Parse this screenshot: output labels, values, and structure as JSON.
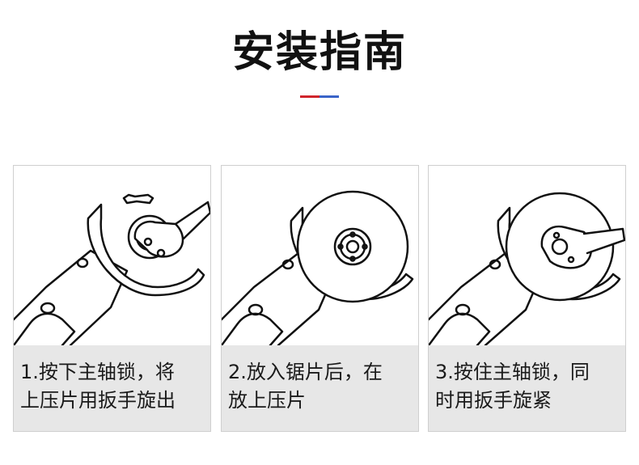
{
  "page": {
    "title": "安装指南",
    "accent_colors": {
      "red": "#d0242b",
      "blue": "#3a63c8"
    }
  },
  "steps": [
    {
      "line1": "1.按下主轴锁，将",
      "line2": "上压片用扳手旋出",
      "illustration": "grinder-wrench-remove-icon"
    },
    {
      "line1": "2.放入锯片后，在",
      "line2": "放上压片",
      "illustration": "grinder-blade-insert-icon"
    },
    {
      "line1": "3.按住主轴锁，同",
      "line2": "时用扳手旋紧",
      "illustration": "grinder-wrench-tighten-icon"
    }
  ]
}
